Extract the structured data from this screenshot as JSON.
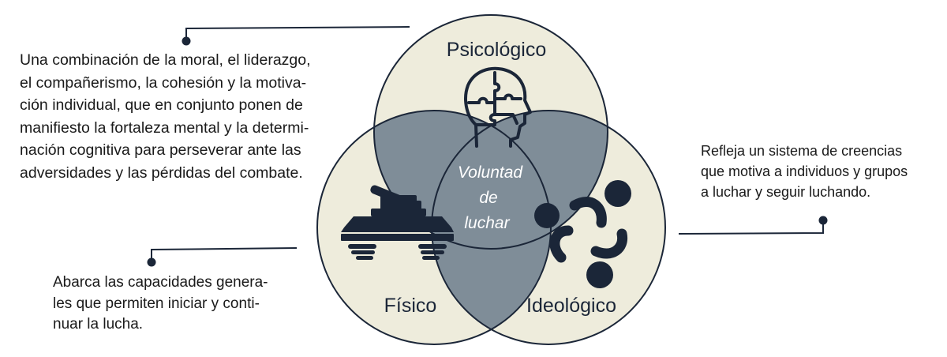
{
  "colors": {
    "circle_fill": "#eeecdc",
    "overlap_fill": "#7f8d98",
    "outline": "#1b2638",
    "icon": "#1b2638",
    "text": "#1a1a1a"
  },
  "circles": {
    "psicologico": "Psicológico",
    "fisico": "Físico",
    "ideologico": "Ideológico"
  },
  "center": {
    "line1": "Voluntad",
    "line2": "de",
    "line3": "luchar"
  },
  "descriptions": {
    "psicologico": [
      "Una combinación de la moral, el liderazgo,",
      "el compañerismo, la cohesión y la motiva-",
      "ción individual, que en conjunto ponen de",
      "manifiesto la fortaleza mental y la determi-",
      "nación cognitiva para perseverar ante las",
      "adversidades y las pérdidas del combate."
    ],
    "ideologico": [
      "Refleja un sistema de creencias",
      "que motiva a individuos y grupos",
      "a luchar y seguir luchando."
    ],
    "fisico": [
      "Abarca las capacidades genera-",
      "les que permiten iniciar y conti-",
      "nuar la lucha."
    ]
  },
  "icons": {
    "psicologico": "head-puzzle-icon",
    "fisico": "tank-icon",
    "ideologico": "people-unity-icon"
  }
}
